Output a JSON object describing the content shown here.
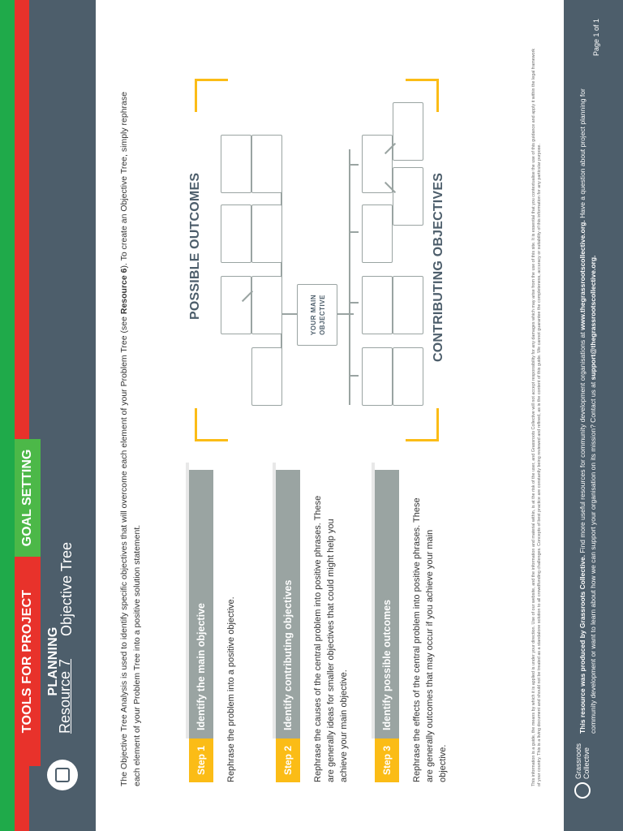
{
  "header": {
    "tag_project": "TOOLS FOR PROJECT PLANNING",
    "tag_goal": "GOAL SETTING",
    "resource_number": "Resource 7",
    "resource_title": "Objective Tree"
  },
  "intro": {
    "before": "The Objective Tree Analysis is used to identify specific objectives that will overcome each element of your Problem Tree (see ",
    "link": "Resource 6",
    "after": "). To create an Objective Tree, simply rephrase each element of your Problem Tree into a positive solution statement."
  },
  "steps": [
    {
      "tag": "Step 1",
      "label": "Identify the main objective",
      "desc": "Rephrase the problem into a positive objective."
    },
    {
      "tag": "Step 2",
      "label": "Identify contributing objectives",
      "desc": "Rephrase the causes of the central problem into positive phrases. These are generally ideas for smaller objectives that could might help you achieve your main objective."
    },
    {
      "tag": "Step 3",
      "label": "Identify possible outcomes",
      "desc": "Rephrase the effects of the central problem into positive phrases. These are generally outcomes that may occur if you achieve your main objective."
    }
  ],
  "diagram": {
    "top_title": "POSSIBLE OUTCOMES",
    "bottom_title": "CONTRIBUTING OBJECTIVES",
    "main_objective": "YOUR MAIN OBJECTIVE"
  },
  "disclaimer": "This information is a guide, the means by which it is applied is under your direction. Use of our website, and the information and material within, is at the risk of the user, and Grassroots Collective will not accept responsibility for any damages which may arise from the use of this site. It is essential that you contextualise the use of this guidance and apply it within the legal framework of your country. This is a living document and should not be treated as a standalone solution to all crowdfunding challenges. Concepts of best practice are constantly being reviewed and refined, as is the content of this guide. We cannot guarantee the completeness, accuracy or suitability of this information for any particular purpose.",
  "footer": {
    "brand_line1": "Grassroots",
    "brand_line2": "Collective",
    "text_bold": "This resource was produced by Grassroots Collective.",
    "text_mid1": " Find more useful resources for community development organisations at ",
    "url": "www.thegrassrootscollective.org.",
    "text_mid2": " Have a question about project planning for community development or want to learn about how we can support your organisation on its mission? Contact us at ",
    "email": "support@thegrassrootscollective.org.",
    "page": "Page 1 of 1"
  },
  "colors": {
    "header_bg": "#4d5e6b",
    "green": "#1faa4a",
    "red": "#e8322b",
    "yellow": "#fbbc16",
    "gray": "#9aa4a2"
  }
}
